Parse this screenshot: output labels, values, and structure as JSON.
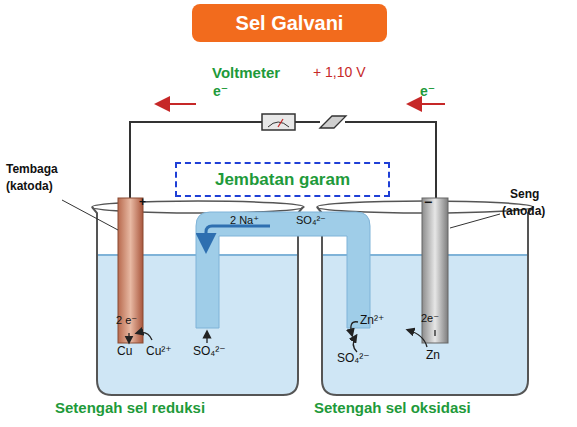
{
  "diagram": {
    "title": "Sel Galvani",
    "nodes": [
      {
        "text": [
          "Jembatan garam"
        ]
      }
    ],
    "labels": [
      "Voltmeter",
      "+ 1,10 V",
      "e⁻",
      "e⁻",
      "Tembaga",
      "(katoda)",
      "Seng",
      "(anoda)",
      "+",
      "−",
      "2 Na⁺",
      "SO₄²⁻",
      "2 e⁻",
      "Cu",
      "Cu²⁺",
      "SO₄²⁻",
      "2e⁻",
      "Zn²⁺",
      "Zn",
      "SO₄²⁻",
      "Setengah sel reduksi",
      "Setengah sel oksidasi"
    ]
  }
}
